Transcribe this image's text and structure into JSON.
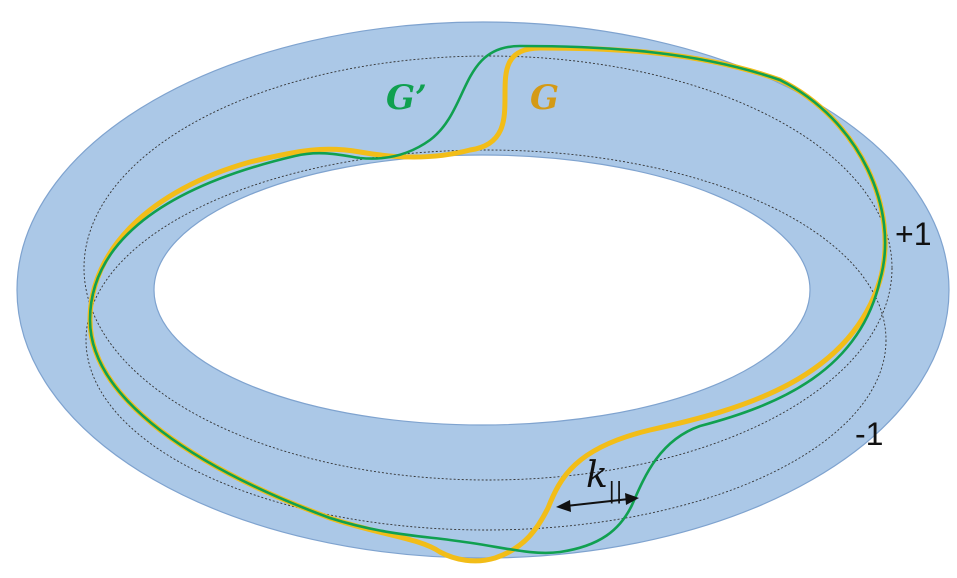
{
  "colors": {
    "torus_fill": "#abc8e7",
    "torus_stroke": "#7fa3cf",
    "curve_G": "#f2bd18",
    "curve_G_prime": "#10a050",
    "label_G": "#d49a16",
    "label_G_prime": "#10a050",
    "text": "#111111"
  },
  "labels": {
    "G": "G",
    "G_prime": "G’",
    "plus_one": "+1",
    "minus_one": "-1",
    "k_main": "k",
    "k_sub": "||"
  }
}
